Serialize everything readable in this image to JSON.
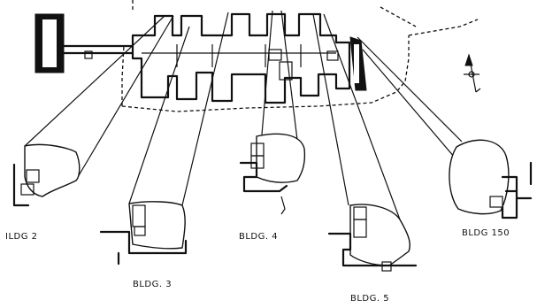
{
  "labels": {
    "bldg2": "ILDG 2",
    "bldg3": "BLDG. 3",
    "bldg4": "BLDG. 4",
    "bldg5": "BLDG. 5",
    "bldg150": "BLDG 150"
  },
  "icons": {
    "north_arrow": "north-arrow-icon"
  }
}
